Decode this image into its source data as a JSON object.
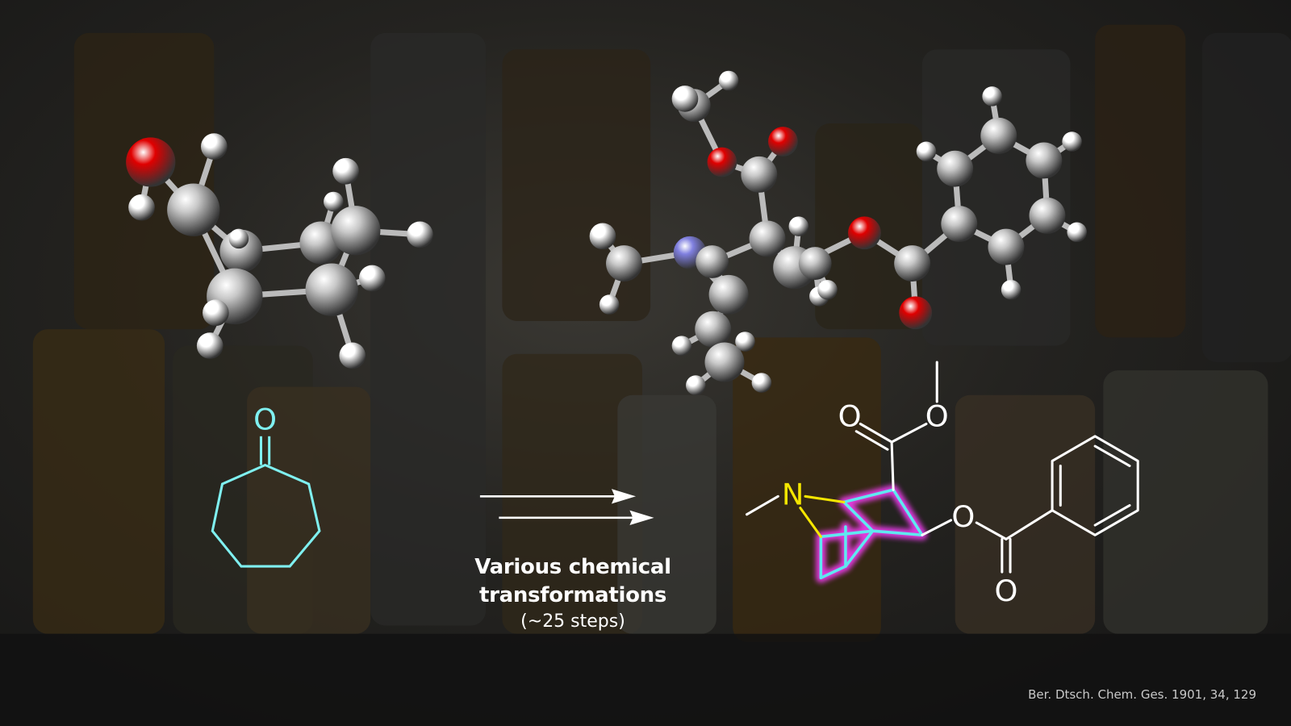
{
  "slide": {
    "caption_main": "Various chemical transformations",
    "caption_sub": "(~25 steps)",
    "citation": "Ber. Dtsch. Chem. Ges. 1901, 34, 129"
  },
  "starting_material": {
    "oxygen_label": "O",
    "color": "#7ff0f0"
  },
  "product": {
    "nitrogen_label": "N",
    "ester_carbonyl_oxygen": "O",
    "ester_ether_oxygen": "O",
    "benzoate_ether_oxygen": "O",
    "benzoate_carbonyl_oxygen": "O",
    "nitrogen_color": "#f5e600",
    "ring_color": "#5fe8f0",
    "glow_color": "#ff3cff"
  },
  "colors": {
    "carbon": "#c8c8c8",
    "hydrogen": "#ffffff",
    "oxygen": "#e00000",
    "nitrogen": "#8080e0"
  }
}
